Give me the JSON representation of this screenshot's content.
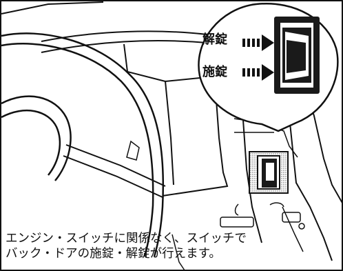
{
  "callout": {
    "unlock_label": "解錠",
    "lock_label": "施錠"
  },
  "caption": {
    "line1": "エンジン・スイッチに関係なく、スイッチで",
    "line2": "バック・ドアの施錠・解錠が行えます。"
  },
  "colors": {
    "ink": "#111111",
    "paper": "#ffffff",
    "switch_body": "#1a1a1a",
    "bezel_stipple": "#9a9a9a"
  }
}
